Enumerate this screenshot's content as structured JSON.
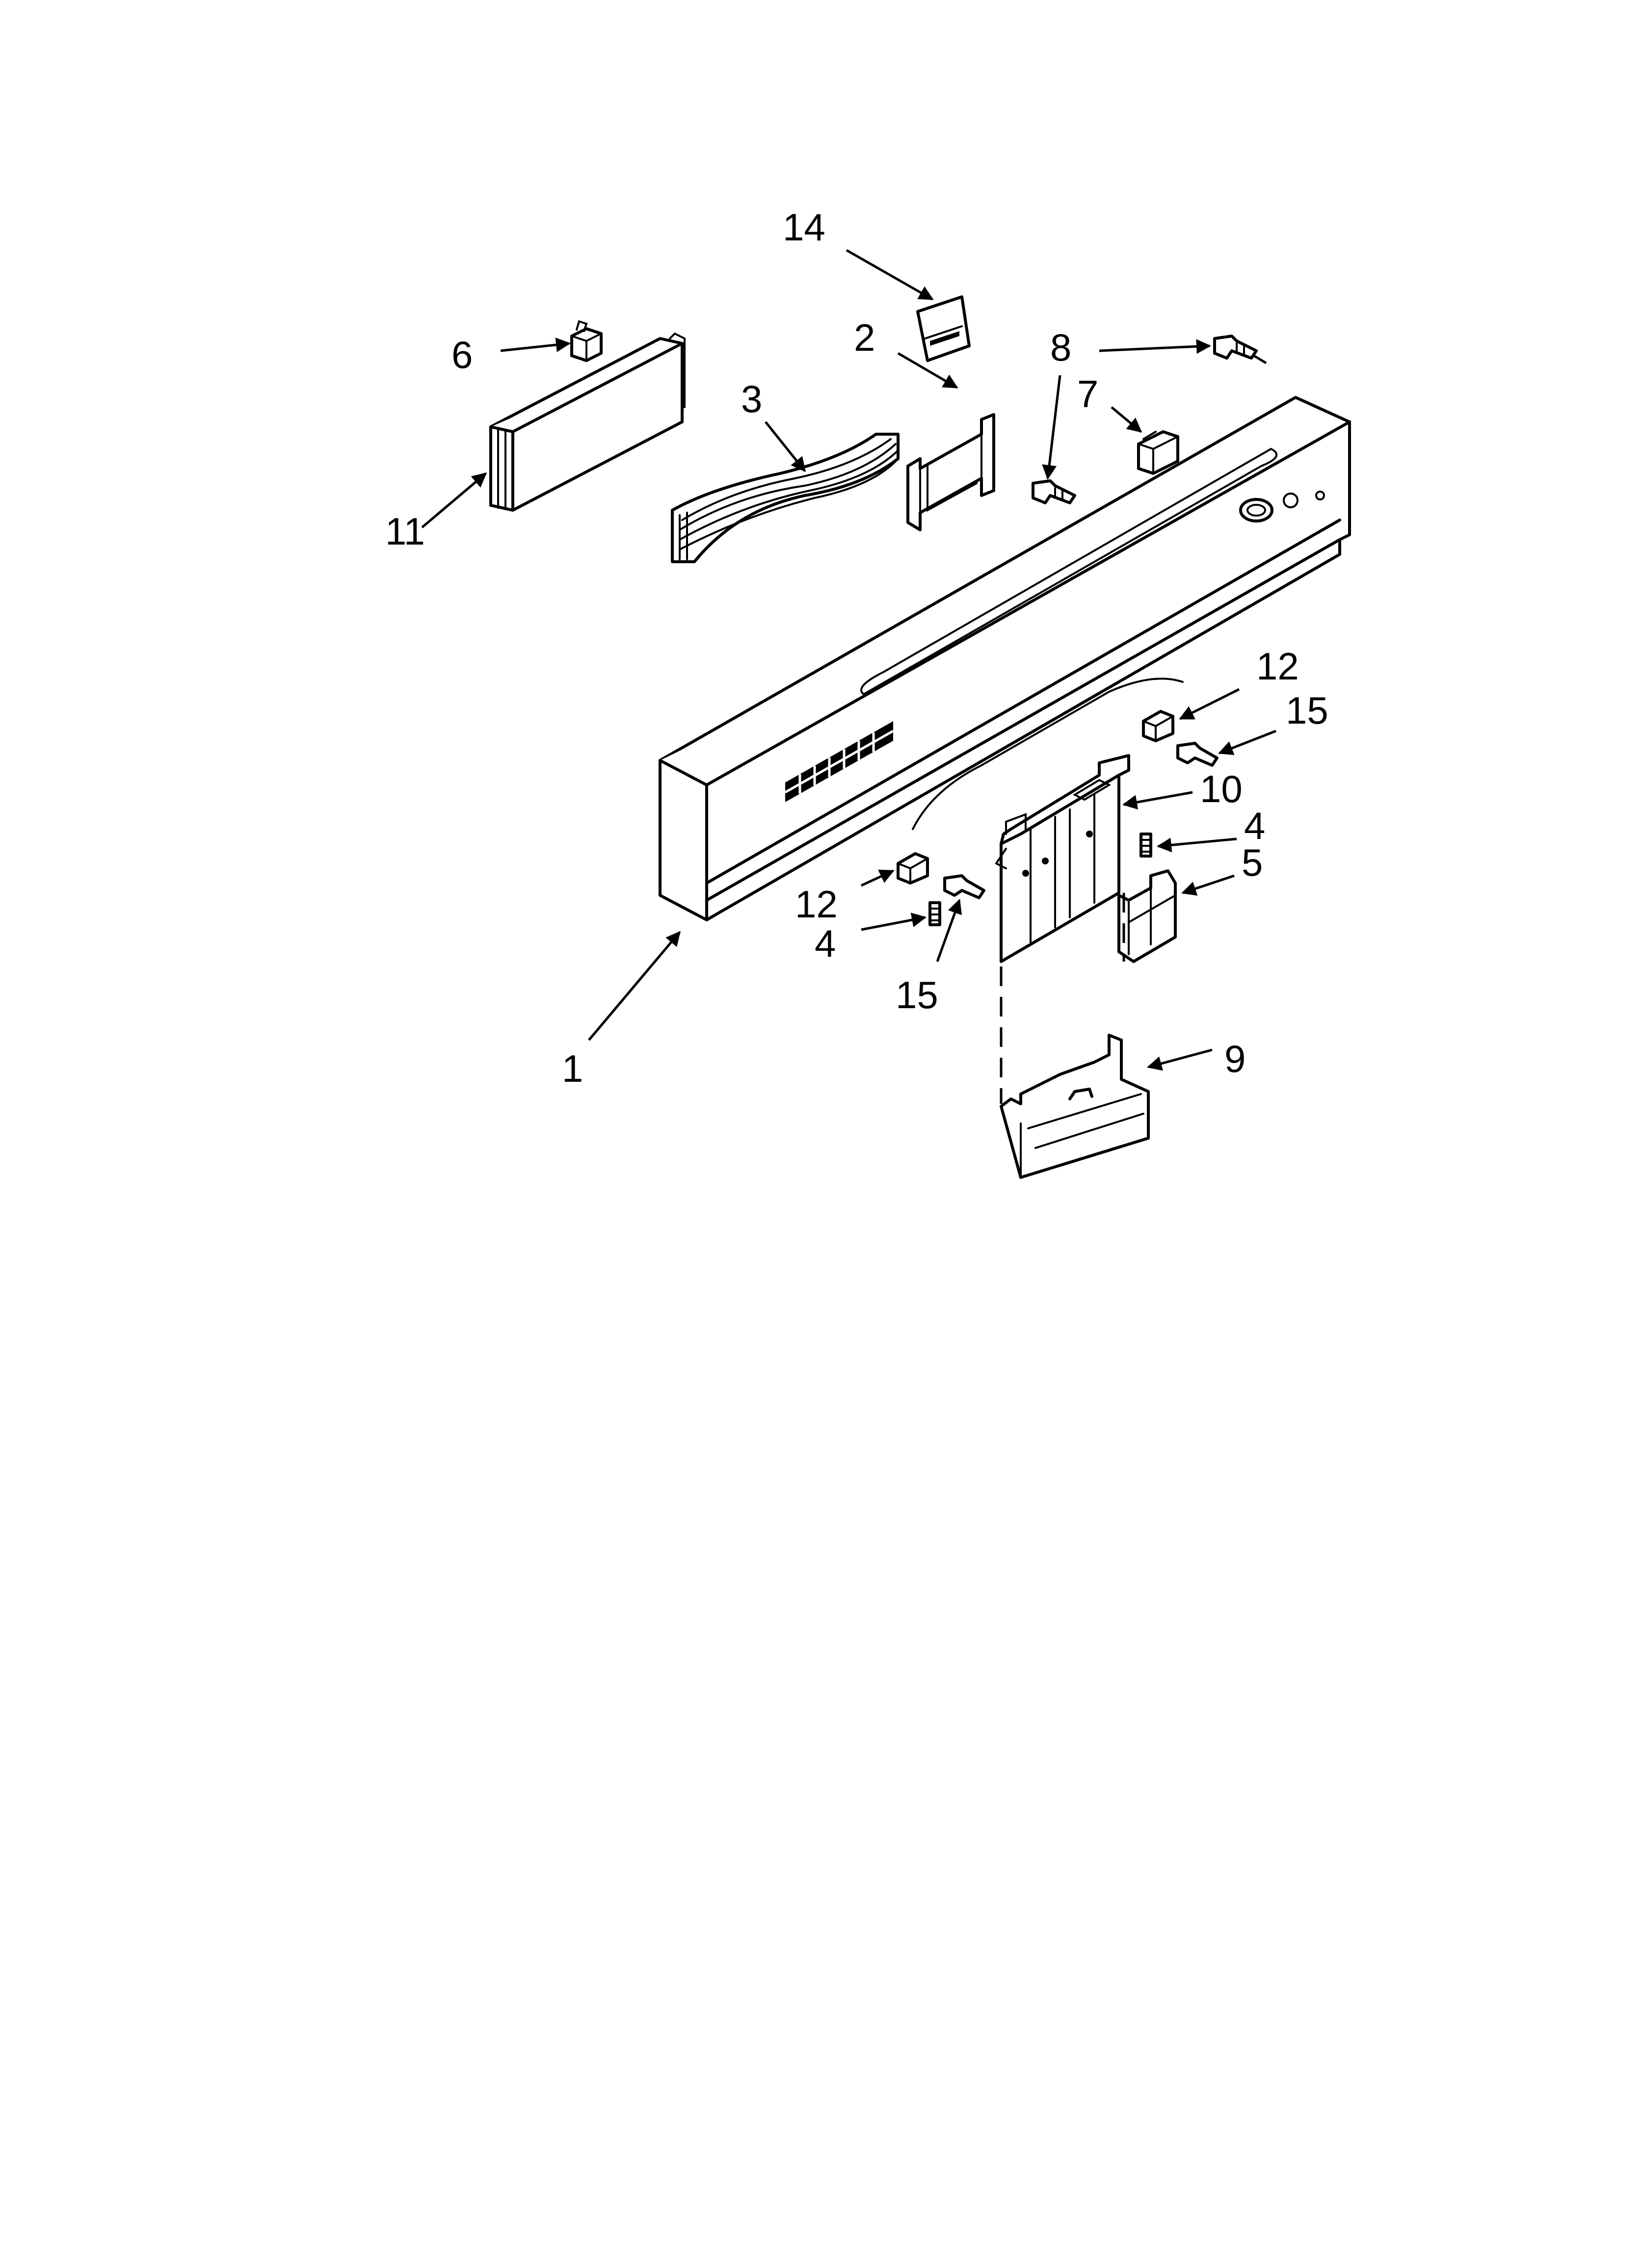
{
  "diagram": {
    "callouts": [
      {
        "id": "c14",
        "label": "14"
      },
      {
        "id": "c6",
        "label": "6"
      },
      {
        "id": "c11",
        "label": "11"
      },
      {
        "id": "c3",
        "label": "3"
      },
      {
        "id": "c2",
        "label": "2"
      },
      {
        "id": "c8",
        "label": "8"
      },
      {
        "id": "c7",
        "label": "7"
      },
      {
        "id": "c12a",
        "label": "12"
      },
      {
        "id": "c15a",
        "label": "15"
      },
      {
        "id": "c10",
        "label": "10"
      },
      {
        "id": "c4a",
        "label": "4"
      },
      {
        "id": "c5",
        "label": "5"
      },
      {
        "id": "c12b",
        "label": "12"
      },
      {
        "id": "c4b",
        "label": "4"
      },
      {
        "id": "c15b",
        "label": "15"
      },
      {
        "id": "c1",
        "label": "1"
      },
      {
        "id": "c9",
        "label": "9"
      }
    ]
  }
}
